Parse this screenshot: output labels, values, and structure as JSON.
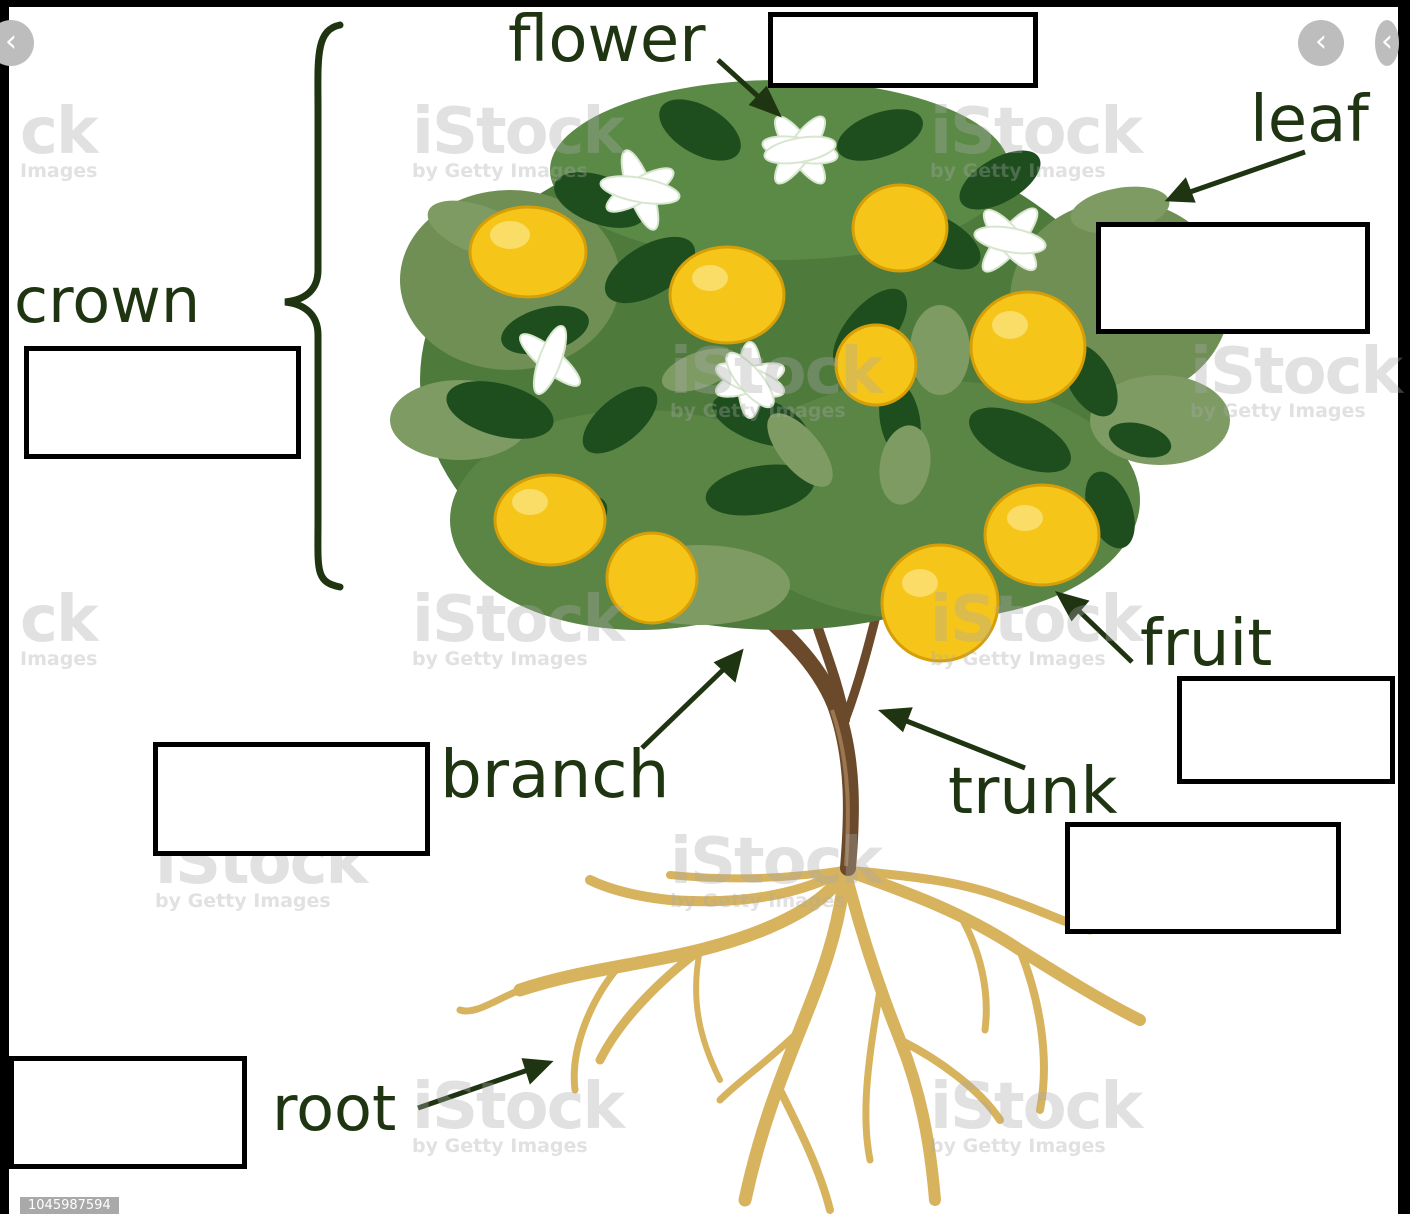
{
  "labels": {
    "flower": "flower",
    "leaf": "leaf",
    "crown": "crown",
    "fruit": "fruit",
    "branch": "branch",
    "trunk": "trunk",
    "root": "root"
  },
  "watermark": {
    "brand": "iStock",
    "byline": "by Getty Images",
    "edge_text": "ck",
    "edge_byline": "Images"
  },
  "image_id": "1045987594",
  "nav": {
    "prev_glyph": "‹",
    "next_glyph": "‹"
  },
  "colors": {
    "label_text": "#1f3512",
    "leaf_dark": "#1e4d1e",
    "leaf_mid": "#4e7a3c",
    "leaf_light": "#7d9b63",
    "lemon": "#f6c51a",
    "trunk": "#6b4a2b",
    "root": "#d8b35e",
    "answer_box_border": "#000000"
  }
}
